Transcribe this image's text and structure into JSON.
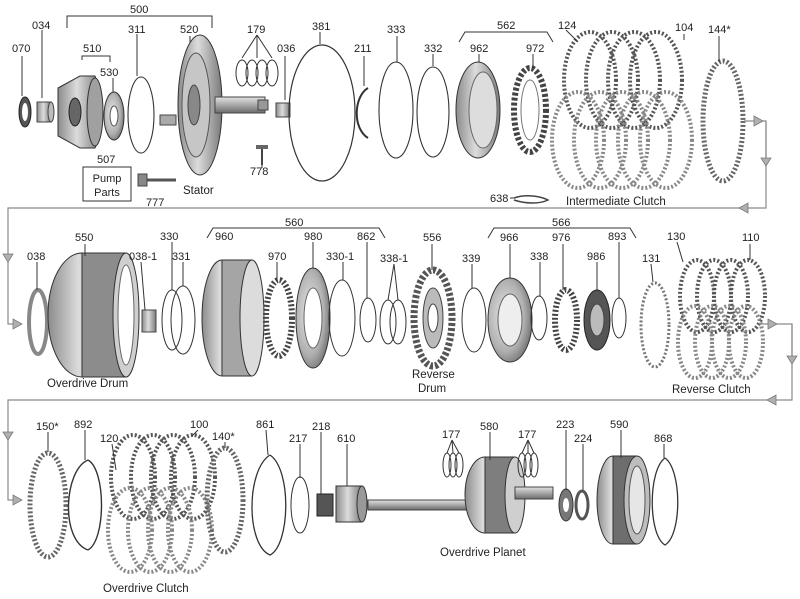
{
  "diagram": {
    "labels": {
      "p070": "070",
      "p034": "034",
      "p500": "500",
      "p510": "510",
      "p530": "530",
      "p311": "311",
      "p520": "520",
      "p179": "179",
      "p036": "036",
      "p381": "381",
      "p211": "211",
      "p333": "333",
      "p332": "332",
      "p562": "562",
      "p962": "962",
      "p972": "972",
      "p124": "124",
      "p104": "104",
      "p144": "144*",
      "p507": "507",
      "p778": "778",
      "p777": "777",
      "p638": "638",
      "p038": "038",
      "p550": "550",
      "p038_1": "038-1",
      "p330": "330",
      "p331": "331",
      "p560": "560",
      "p960": "960",
      "p970": "970",
      "p980": "980",
      "p330_1": "330-1",
      "p862": "862",
      "p338_1": "338-1",
      "p556": "556",
      "p339": "339",
      "p566": "566",
      "p966": "966",
      "p338": "338",
      "p976": "976",
      "p986": "986",
      "p893": "893",
      "p131": "131",
      "p130": "130",
      "p110": "110",
      "p150": "150*",
      "p892": "892",
      "p120": "120",
      "p100": "100",
      "p140": "140*",
      "p861": "861",
      "p217": "217",
      "p218": "218",
      "p610": "610",
      "p177a": "177",
      "p580": "580",
      "p177b": "177",
      "p223": "223",
      "p224": "224",
      "p590": "590",
      "p868": "868"
    },
    "captions": {
      "pump_parts_line1": "Pump",
      "pump_parts_line2": "Parts",
      "stator": "Stator",
      "intermediate_clutch": "Intermediate Clutch",
      "overdrive_drum": "Overdrive Drum",
      "reverse_drum_line1": "Reverse",
      "reverse_drum_line2": "Drum",
      "reverse_clutch": "Reverse Clutch",
      "overdrive_clutch": "Overdrive Clutch",
      "overdrive_planet": "Overdrive Planet"
    },
    "colors": {
      "metal_light": "#d6d6d6",
      "metal_mid": "#a9a9a9",
      "metal_dark": "#6e6e6e",
      "line": "#333333",
      "connector": "#8a8a8a",
      "arrow_fill": "#b0b0b0"
    }
  }
}
